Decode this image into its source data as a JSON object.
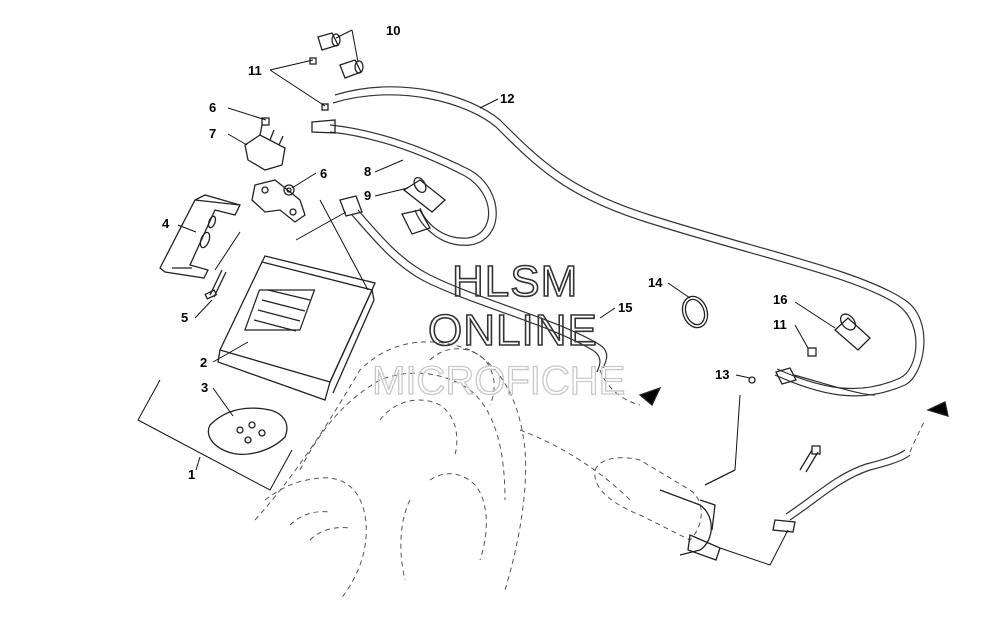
{
  "watermark": {
    "line1": "HLSM",
    "line2": "ONLINE",
    "line3": "MICROFICHE"
  },
  "callouts": {
    "c1": "1",
    "c2": "2",
    "c3": "3",
    "c4": "4",
    "c5": "5",
    "c6a": "6",
    "c6b": "6",
    "c7": "7",
    "c8": "8",
    "c9": "9",
    "c10": "10",
    "c11a": "11",
    "c11b": "11",
    "c12": "12",
    "c13": "13",
    "c14": "14",
    "c15": "15",
    "c16": "16"
  }
}
